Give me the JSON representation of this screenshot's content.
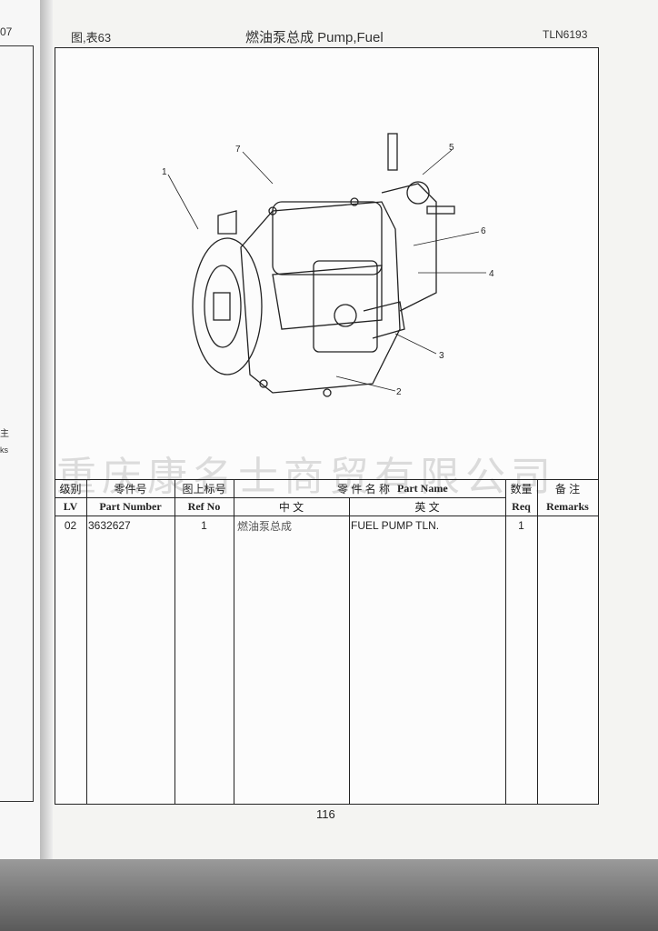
{
  "left_page": {
    "fragments": [
      "07",
      "主",
      "ks"
    ]
  },
  "header": {
    "figure_ref": "图,表63",
    "title": "燃油泵总成 Pump,Fuel",
    "code": "TLN6193"
  },
  "illustration": {
    "callouts": [
      "1",
      "2",
      "3",
      "4",
      "5",
      "6",
      "7"
    ]
  },
  "watermark": "重庆康名士商贸有限公司",
  "table": {
    "header_cn": {
      "lv": "级别",
      "part_number": "零件号",
      "ref_no": "图上标号",
      "part_name": "零 件 名 称",
      "part_name_en": "Part Name",
      "req": "数量",
      "remarks": "备 注"
    },
    "header_en": {
      "lv": "LV",
      "part_number": "Part Number",
      "ref_no": "Ref No",
      "cn": "中 文",
      "en": "英 文",
      "req": "Req",
      "remarks": "Remarks"
    },
    "rows": [
      {
        "lv": "02",
        "part_number": "3632627",
        "ref_no": "1",
        "name_cn": "燃油泵总成",
        "name_en": "FUEL PUMP TLN.",
        "req": "1",
        "remarks": ""
      }
    ]
  },
  "page_number": "116"
}
